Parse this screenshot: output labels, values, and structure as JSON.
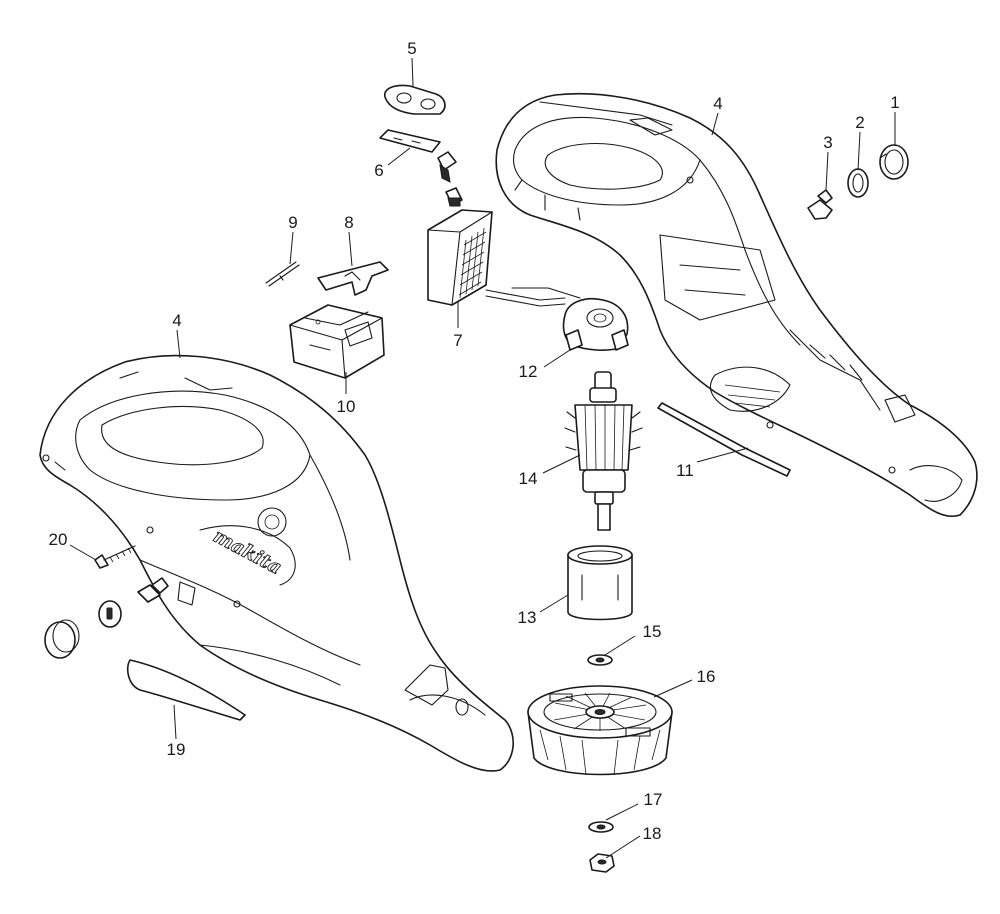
{
  "diagram": {
    "brand_text": "makita",
    "callouts": {
      "c1": "1",
      "c2": "2",
      "c3": "3",
      "c4a": "4",
      "c4b": "4",
      "c5": "5",
      "c6": "6",
      "c7": "7",
      "c8": "8",
      "c9": "9",
      "c10": "10",
      "c11": "11",
      "c12": "12",
      "c13": "13",
      "c14": "14",
      "c15": "15",
      "c16": "16",
      "c17": "17",
      "c18": "18",
      "c19": "19",
      "c20": "20"
    }
  }
}
